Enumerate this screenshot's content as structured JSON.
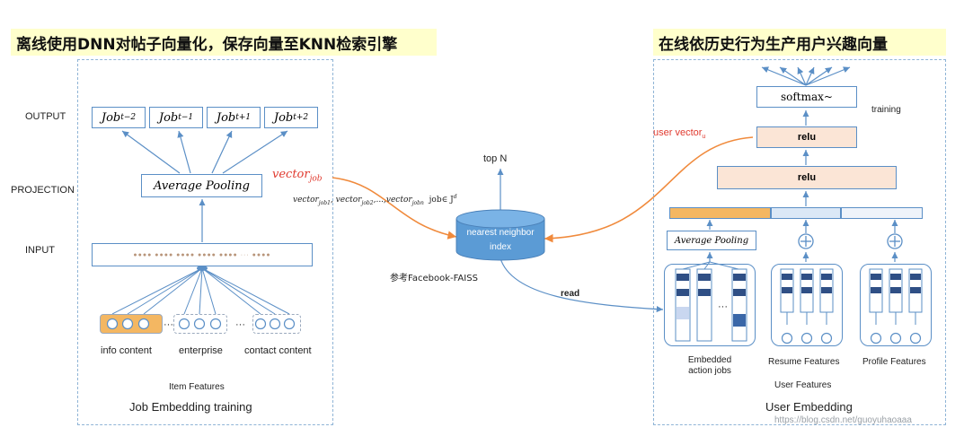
{
  "left": {
    "banner": "离线使用DNN对帖子向量化，保存向量至KNN检索引擎",
    "row_labels": [
      "OUTPUT",
      "PROJECTION",
      "INPUT"
    ],
    "outputs": [
      {
        "base": "Job",
        "sub": "t−2"
      },
      {
        "base": "Job",
        "sub": "t−1"
      },
      {
        "base": "Job",
        "sub": "t+1"
      },
      {
        "base": "Job",
        "sub": "t+2"
      }
    ],
    "pooling": "Average Pooling",
    "input_dots": "●●●●  ●●●●  ●●●●  ●●●●  ●●●●  ···  ●●●●",
    "ellipsis": "···",
    "feature_labels": [
      "info content",
      "enterprise",
      "contact content"
    ],
    "item_features": "Item Features",
    "footer": "Job Embedding training"
  },
  "middle": {
    "vector_job": {
      "base": "vector",
      "sub": "job"
    },
    "vector_list": {
      "parts": [
        "vector",
        "job1",
        ", vector",
        "job2",
        ",...,vector",
        "jobn"
      ],
      "tail": "job∈ J",
      "sup": "d"
    },
    "top_n": "top N",
    "nn_line1": "nearest neighbor",
    "nn_line2": "index",
    "faiss": "参考Facebook-FAISS",
    "read": "read"
  },
  "right": {
    "banner": "在线依历史行为生产用户兴趣向量",
    "softmax": "softmax~",
    "training": "training",
    "relu1": "relu",
    "relu2": "relu",
    "user_vector": {
      "base": "user vector",
      "sub": "u"
    },
    "pooling": "Average Pooling",
    "ellipsis": "···",
    "group_labels": [
      "Embedded\naction jobs",
      "Resume Features",
      "Profile Features"
    ],
    "user_features": "User Features",
    "footer": "User Embedding",
    "watermark": "https://blog.csdn.net/guoyuhaoaaa"
  },
  "colors": {
    "accent_blue": "#5b8fc6",
    "arrow_orange": "#f08a3c",
    "banner_yellow": "#ffffcc",
    "relu_fill": "#fbe5d6",
    "feature_orange": "#f4b762",
    "dark_block": "#2f4f85",
    "vector_red": "#e03a2f"
  },
  "icons": [
    "arrow-head",
    "plus-circle-icon",
    "cylinder-database"
  ]
}
